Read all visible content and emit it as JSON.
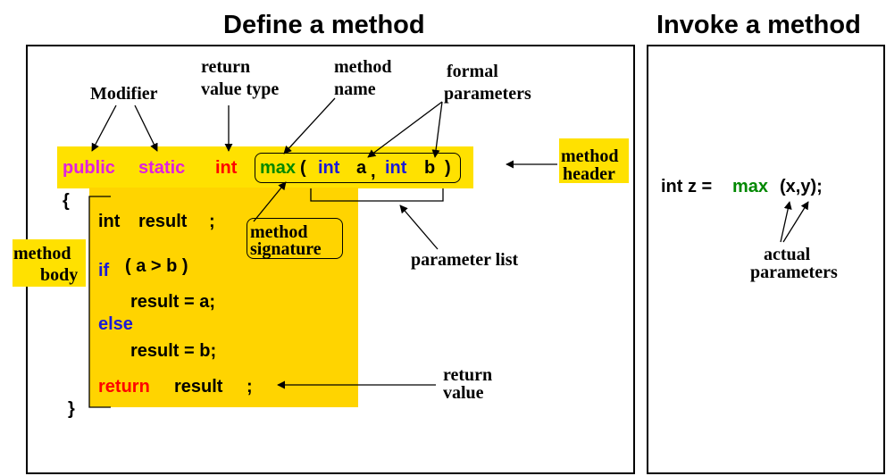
{
  "titles": {
    "define": "Define a method",
    "invoke": "Invoke a method"
  },
  "labels": {
    "modifier": "Modifier",
    "return_type_line1": "return",
    "return_type_line2": "value type",
    "method_name_line1": "method",
    "method_name_line2": "name",
    "formal_params_line1": "formal",
    "formal_params_line2": "parameters",
    "method_header_line1": "method",
    "method_header_line2": "header",
    "method_signature_line1": "method",
    "method_signature_line2": "signature",
    "parameter_list": "parameter list",
    "method_body_line1": "method",
    "method_body_line2": "body",
    "return_value_line1": "return",
    "return_value_line2": "value",
    "actual_params_line1": "actual",
    "actual_params_line2": "parameters"
  },
  "code": {
    "header": {
      "public": "public",
      "static": "static",
      "return_type": "int",
      "name": "max",
      "open_paren": "(",
      "type_a": "int",
      "param_a": "a",
      "comma": ",",
      "type_b": "int",
      "param_b": "b",
      "close_paren": ")"
    },
    "open_brace": "{",
    "close_brace": "}",
    "decl_type": "int",
    "decl_var": "result",
    "decl_semi": ";",
    "if_kw": "if",
    "condition": "(  a > b )",
    "assign_a": "result = a;",
    "else_kw": "else",
    "assign_b": "result = b;",
    "return_kw": "return",
    "return_var": "result",
    "return_semi": ";"
  },
  "invocation": {
    "prefix": "int z =",
    "name": "max",
    "args": "(x,y);"
  },
  "colors": {
    "header_highlight": "#ffe100",
    "body_highlight": "#ffd400",
    "modifier": "#e020e0",
    "keyword_red": "#ff0000",
    "method_name": "#008800",
    "param_blue": "#1a1ad8"
  }
}
